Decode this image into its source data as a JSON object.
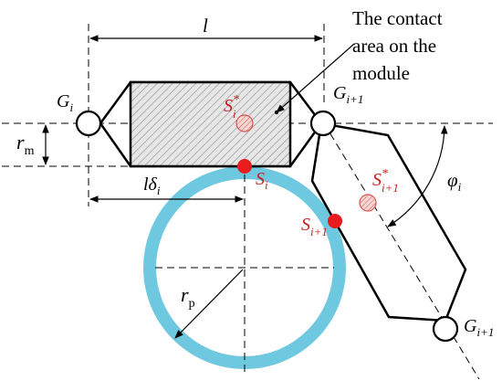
{
  "annotation": {
    "lines": [
      "The contact",
      "area on the",
      "module"
    ]
  },
  "labels": {
    "l": "l",
    "G_i": {
      "base": "G",
      "sub": "i"
    },
    "G_i1_top": {
      "base": "G",
      "sub": "i+1"
    },
    "G_i1_bottom": {
      "base": "G",
      "sub": "i+1"
    },
    "r_m": {
      "base": "r",
      "sub": "m"
    },
    "r_p": {
      "base": "r",
      "sub": "p"
    },
    "l_delta": {
      "base": "lδ",
      "sub": "i"
    },
    "S_i": {
      "base": "S",
      "sub": "i"
    },
    "S_i1": {
      "base": "S",
      "sub": "i+1"
    },
    "S_i_star": {
      "base": "S",
      "sup": "*",
      "sub": "i"
    },
    "S_i1_star": {
      "base": "S",
      "sup": "*",
      "sub": "i+1"
    },
    "phi_i": {
      "base": "φ",
      "sub": "i"
    }
  },
  "colors": {
    "ring": "#6dc8e0",
    "contact_point": "#e81c1c",
    "hatch": "#8a8a8a",
    "hatch_fill": "#cfcfcf",
    "centroid": "#d9534f",
    "line": "#000000",
    "label_red": "#c81e1e"
  }
}
